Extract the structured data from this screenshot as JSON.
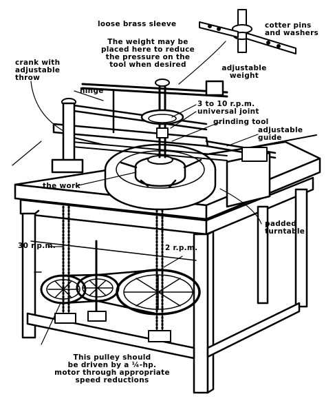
{
  "labels": {
    "sleeve": "loose brass sleeve",
    "cotter": "cotter pins\nand washers",
    "weight_note": "The weight may be\nplaced here to reduce\nthe pressure on the\ntool when desired",
    "adj_weight": "adjustable\nweight",
    "crank": "crank with\nadjustable\nthrow",
    "hinge": "hinge",
    "rpm_3_10": "3 to 10 r.p.m.",
    "uj": "universal joint",
    "tool": "grinding tool",
    "guide": "adjustable\nguide",
    "work": "the work",
    "turntable": "padded\nturntable",
    "rpm_30": "30 r.p.m.",
    "rpm_2": "2 r.p.m.",
    "pulley": "This pulley should\nbe driven by a ¼-hp.\nmotor through appropriate\nspeed reductions"
  },
  "colors": {
    "ink": "#000000",
    "paper": "#ffffff"
  }
}
